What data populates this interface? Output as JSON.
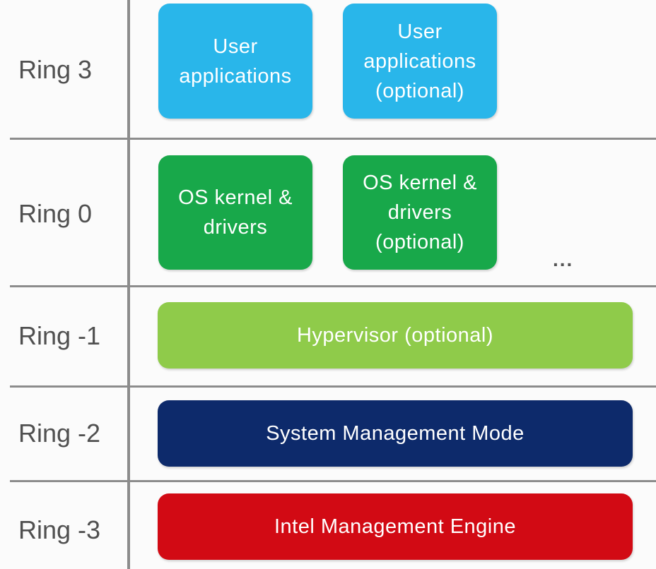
{
  "rings": [
    {
      "label": "Ring 3"
    },
    {
      "label": "Ring 0"
    },
    {
      "label": "Ring -1"
    },
    {
      "label": "Ring -2"
    },
    {
      "label": "Ring -3"
    }
  ],
  "boxes": {
    "ring3_a": "User\napplications",
    "ring3_b": "User\napplications\n(optional)",
    "ring0_a": "OS kernel &\ndrivers",
    "ring0_b": "OS kernel &\ndrivers\n(optional)",
    "ring_minus1": "Hypervisor (optional)",
    "ring_minus2": "System Management Mode",
    "ring_minus3": "Intel Management Engine"
  },
  "ellipsis": "...",
  "colors": {
    "user_apps": "#29b6ea",
    "os_kernel": "#18a84a",
    "hypervisor": "#8fcb4a",
    "smm": "#0d2a6b",
    "intel_me": "#d20a14",
    "grid_lines": "#8c8c8c",
    "label_text": "#505050"
  }
}
